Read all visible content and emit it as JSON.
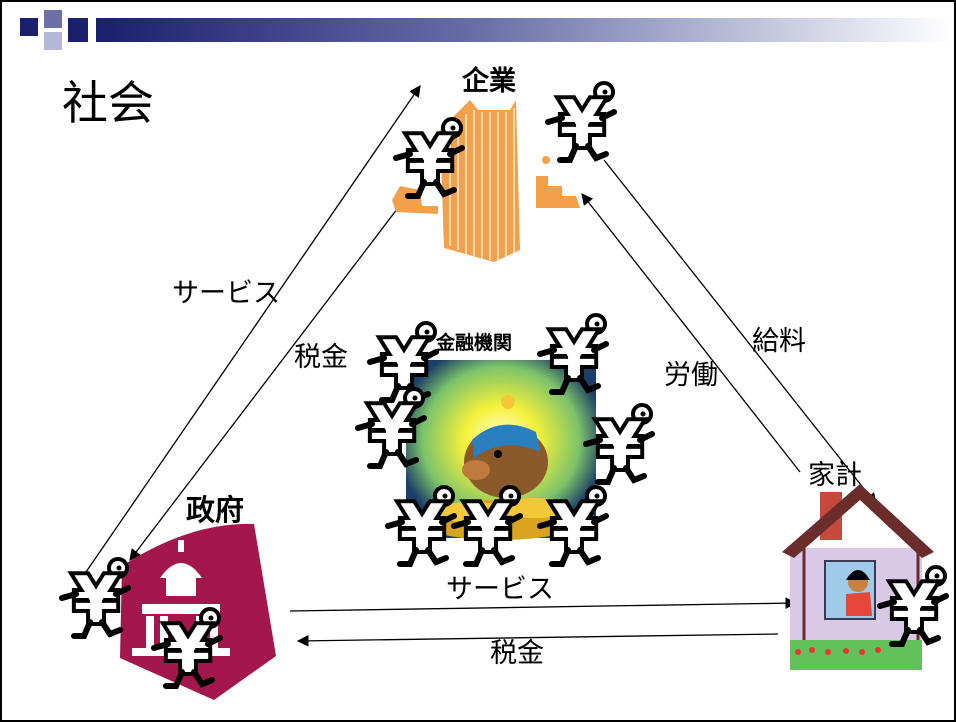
{
  "slide": {
    "title": "社会"
  },
  "nodes": {
    "company": "企業",
    "financial_institution": "金融機関",
    "government": "政府",
    "household": "家計"
  },
  "flows": {
    "service_gov_company": "サービス",
    "tax_company_gov": "税金",
    "labor": "労働",
    "salary": "給料",
    "service_gov_household": "サービス",
    "tax_household_gov": "税金"
  },
  "money_symbol": "¥",
  "colors": {
    "header_bar": "#1a1f6e",
    "company_orange": "#f2a14a",
    "government_maroon": "#a3174d",
    "piggy_bg": "#1c3f67",
    "piggy_glow": "#f5f13a",
    "house_wall": "#d9c9e6",
    "house_roof": "#6b2c2c"
  }
}
